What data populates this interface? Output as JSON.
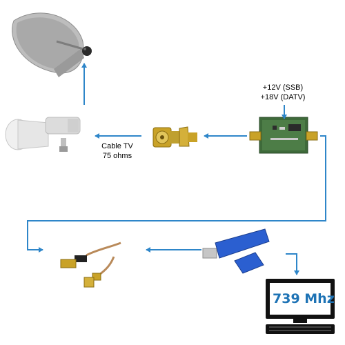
{
  "labels": {
    "power_ssb": "+12V (SSB)",
    "power_datv": "+18V (DATV)",
    "cable_type": "Cable TV",
    "cable_impedance": "75 ohms",
    "monitor_frequency": "739 Mhz"
  },
  "colors": {
    "arrow": "#2e86c9",
    "dongle": "#2b5fd0",
    "pcb": "#3e6a3a",
    "brass": "#c9a227",
    "dish": "#b8b8b8",
    "screen_text": "#1e73b5"
  },
  "icons": [
    "satellite-dish-icon",
    "lnb-icon",
    "f-connector-adapter-icon",
    "bias-tee-board-icon",
    "sma-pigtail-cable-icon",
    "rtl-sdr-dongle-icon",
    "monitor-keyboard-icon"
  ]
}
